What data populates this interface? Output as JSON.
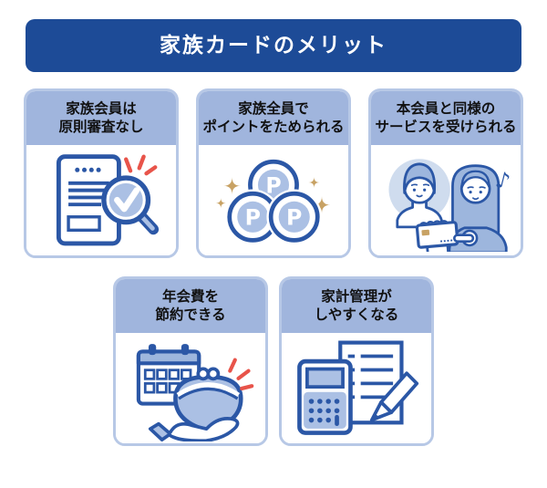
{
  "banner": {
    "title": "家族カードのメリット"
  },
  "cards": [
    {
      "id": "family-member-no-screening",
      "title_line1": "家族会員は",
      "title_line2": "原則審査なし",
      "icon": "document-check-magnifier-icon"
    },
    {
      "id": "collect-points-together",
      "title_line1": "家族全員で",
      "title_line2": "ポイントをためられる",
      "icon": "point-coins-icon",
      "coin_labels": [
        "P",
        "P",
        "P"
      ]
    },
    {
      "id": "same-services-as-primary-member",
      "title_line1": "本会員と同様の",
      "title_line2": "サービスを受けられる",
      "icon": "family-with-card-icon",
      "music_note": "♪"
    },
    {
      "id": "save-annual-fee",
      "title_line1": "年会費を",
      "title_line2": "節約できる",
      "icon": "calendar-coin-purse-icon"
    },
    {
      "id": "easier-household-budgeting",
      "title_line1": "家計管理が",
      "title_line2": "しやすくなる",
      "icon": "calculator-ledger-pencil-icon"
    }
  ],
  "colors": {
    "banner_bg": "#1d4b97",
    "banner_text": "#ffffff",
    "card_header_bg": "#a0b5dd",
    "card_border": "#b7c8e6",
    "title_text": "#111111",
    "icon_stroke_blue": "#2b57a6",
    "icon_fill_light_blue": "#abc0e4",
    "portrait_circle_blue": "#cfdcee",
    "accent_red": "#e8544a",
    "accent_gold": "#c8a264"
  }
}
